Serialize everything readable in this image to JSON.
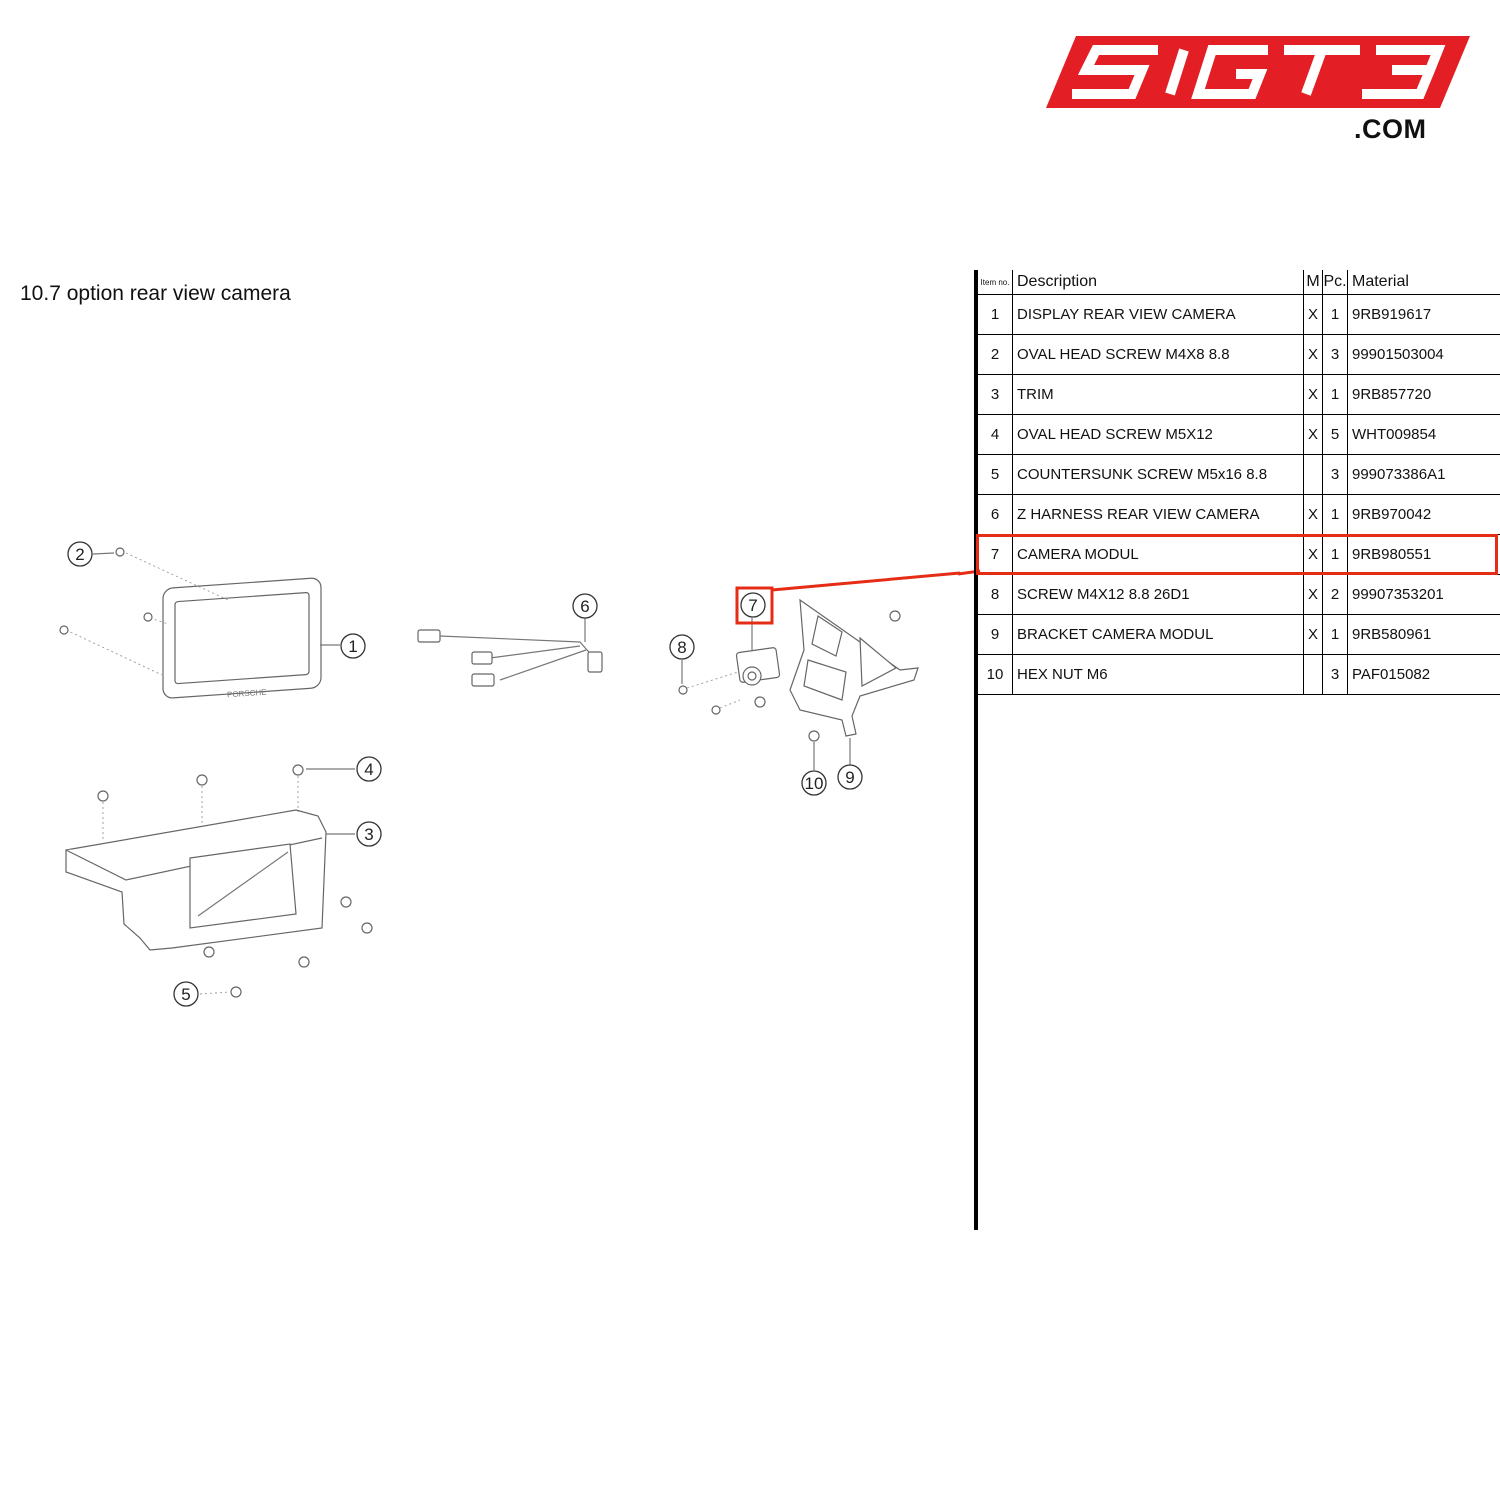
{
  "brand": {
    "logo_text": "SIGT3",
    "domain_suffix": ".COM",
    "accent_color": "#e31e24"
  },
  "page": {
    "title": "10.7  option rear view camera"
  },
  "diagram": {
    "callouts": [
      "1",
      "2",
      "3",
      "4",
      "5",
      "6",
      "7",
      "8",
      "9",
      "10"
    ],
    "display_brand_text": "PORSCHE",
    "highlighted_callout": "7",
    "highlight_color": "#e52d16"
  },
  "table": {
    "headers": {
      "item_no": "Item no.",
      "description": "Description",
      "m": "M",
      "pc": "Pc.",
      "material": "Material"
    },
    "rows": [
      {
        "no": "1",
        "description": "DISPLAY REAR VIEW CAMERA",
        "m": "X",
        "pc": "1",
        "material": "9RB919617"
      },
      {
        "no": "2",
        "description": "OVAL HEAD SCREW M4X8 8.8",
        "m": "X",
        "pc": "3",
        "material": "99901503004"
      },
      {
        "no": "3",
        "description": "TRIM",
        "m": "X",
        "pc": "1",
        "material": "9RB857720"
      },
      {
        "no": "4",
        "description": "OVAL HEAD SCREW M5X12",
        "m": "X",
        "pc": "5",
        "material": "WHT009854"
      },
      {
        "no": "5",
        "description": "COUNTERSUNK SCREW M5x16 8.8",
        "m": "",
        "pc": "3",
        "material": "999073386A1"
      },
      {
        "no": "6",
        "description": "Z HARNESS REAR VIEW CAMERA",
        "m": "X",
        "pc": "1",
        "material": "9RB970042"
      },
      {
        "no": "7",
        "description": "CAMERA MODUL",
        "m": "X",
        "pc": "1",
        "material": "9RB980551"
      },
      {
        "no": "8",
        "description": "SCREW M4X12 8.8 26D1",
        "m": "X",
        "pc": "2",
        "material": "99907353201"
      },
      {
        "no": "9",
        "description": "BRACKET CAMERA MODUL",
        "m": "X",
        "pc": "1",
        "material": "9RB580961"
      },
      {
        "no": "10",
        "description": "HEX NUT M6",
        "m": "",
        "pc": "3",
        "material": "PAF015082"
      }
    ],
    "highlighted_row": "7"
  }
}
